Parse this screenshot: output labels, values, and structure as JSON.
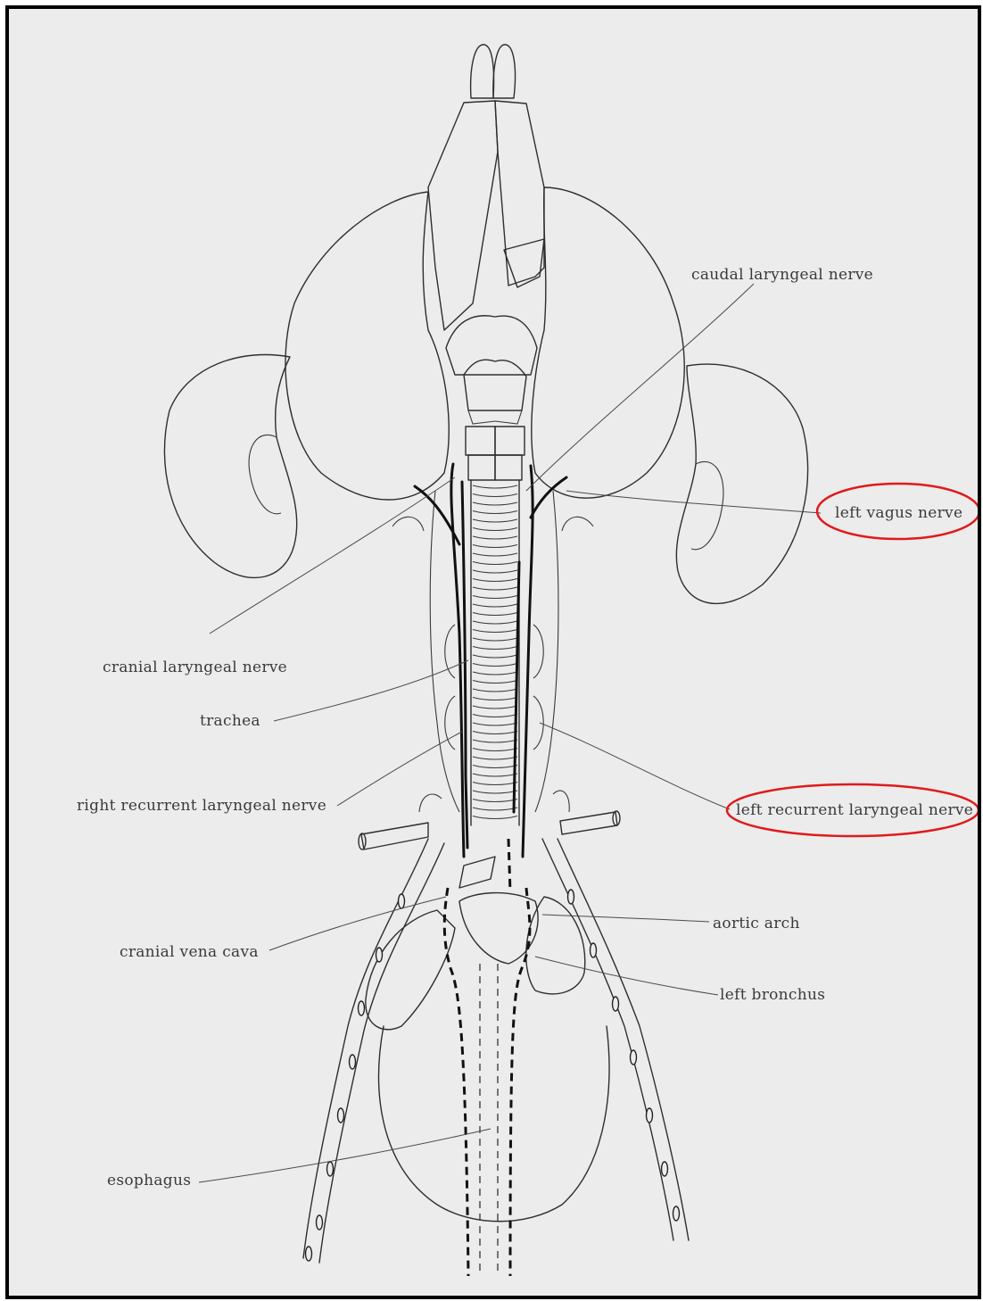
{
  "colors": {
    "paper": "#ebeceb",
    "ink": "#2e2e2e",
    "highlight": "#e0191c",
    "frame": "#000000"
  },
  "labels": {
    "caudal_laryngeal_nerve": "caudal laryngeal nerve",
    "left_vagus_nerve": "left vagus nerve",
    "cranial_laryngeal_nerve": "cranial laryngeal nerve",
    "trachea": "trachea",
    "right_recurrent_laryngeal_nerve": "right recurrent laryngeal nerve",
    "left_recurrent_laryngeal_nerve": "left recurrent laryngeal nerve",
    "aortic_arch": "aortic arch",
    "cranial_vena_cava": "cranial vena cava",
    "left_bronchus": "left bronchus",
    "esophagus": "esophagus"
  },
  "highlighted": [
    "left vagus nerve",
    "left recurrent laryngeal nerve"
  ]
}
